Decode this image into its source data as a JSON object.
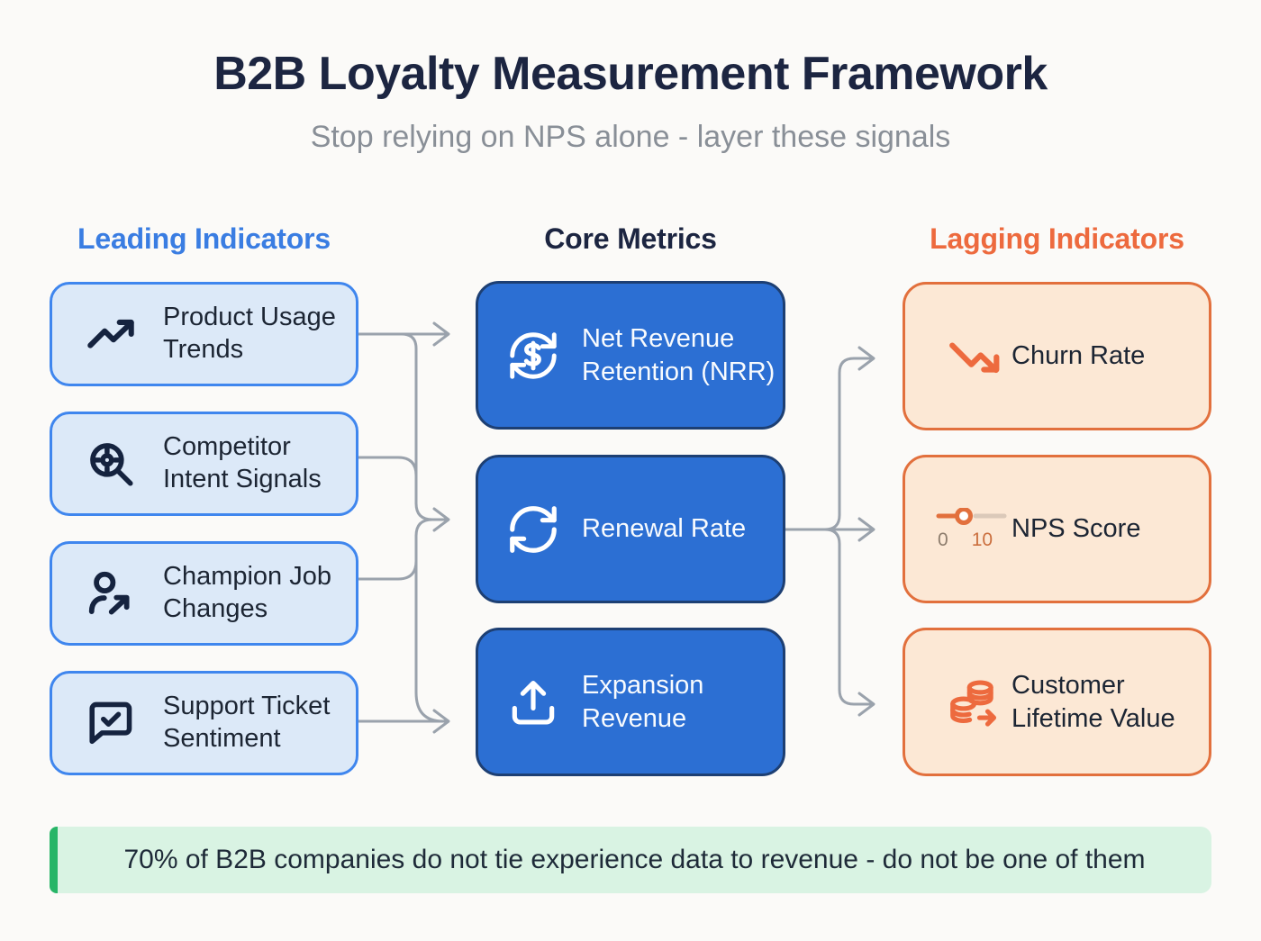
{
  "header": {
    "title": "B2B Loyalty Measurement Framework",
    "subtitle": "Stop relying on NPS alone - layer these signals"
  },
  "columns": [
    {
      "label": "Leading Indicators",
      "items": [
        {
          "label": "Product Usage Trends",
          "icon": "trending-up-icon"
        },
        {
          "label": "Competitor Intent Signals",
          "icon": "search-target-icon"
        },
        {
          "label": "Champion Job Changes",
          "icon": "person-arrow-icon"
        },
        {
          "label": "Support Ticket Sentiment",
          "icon": "message-check-icon"
        }
      ]
    },
    {
      "label": "Core Metrics",
      "items": [
        {
          "label": "Net Revenue Retention (NRR)",
          "icon": "refresh-dollar-icon"
        },
        {
          "label": "Renewal Rate",
          "icon": "refresh-icon"
        },
        {
          "label": "Expansion Revenue",
          "icon": "upload-icon"
        }
      ]
    },
    {
      "label": "Lagging Indicators",
      "items": [
        {
          "label": "Churn Rate",
          "icon": "trending-down-icon"
        },
        {
          "label": "NPS Score",
          "icon": "nps-slider-icon",
          "scale_min": "0",
          "scale_max": "10"
        },
        {
          "label": "Customer Lifetime Value",
          "icon": "coins-arrow-icon"
        }
      ]
    }
  ],
  "banner": {
    "text": "70% of B2B companies do not tie experience data to revenue - do not be one of them"
  },
  "colors": {
    "background": "#fbfaf8",
    "title_text": "#1c2541",
    "subtitle_text": "#898f97",
    "leading_accent": "#3a7de2",
    "leading_card_bg": "#dce9f8",
    "leading_card_border": "#3f86ee",
    "core_accent": "#1c2541",
    "core_card_bg": "#2c6fd3",
    "core_card_border": "#1d3f73",
    "lagging_accent": "#ed6a3e",
    "lagging_card_bg": "#fce8d5",
    "lagging_card_border": "#e2703d",
    "connector": "#9aa2ac",
    "banner_bg": "#d9f3e3",
    "banner_accent": "#27b567",
    "banner_text": "#1e2a38",
    "icon_navy": "#15233f"
  }
}
